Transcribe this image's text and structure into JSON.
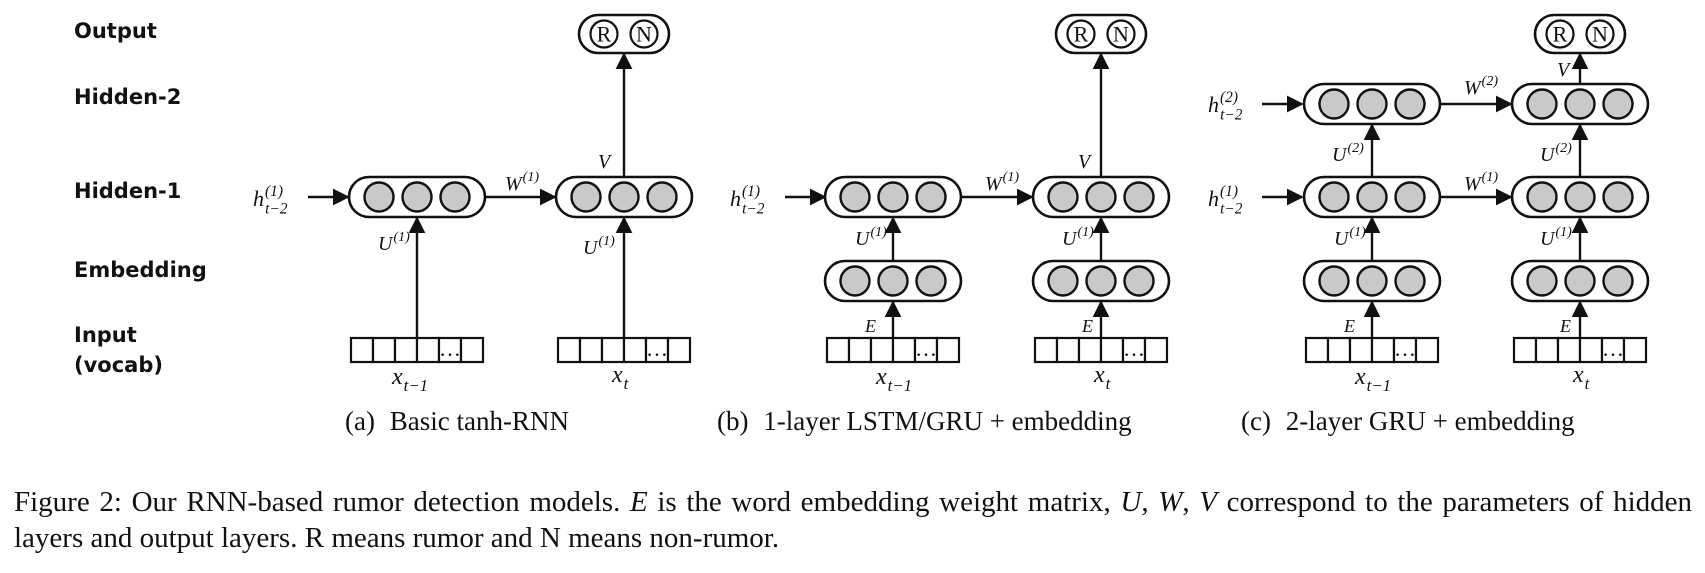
{
  "row_labels": {
    "output": "Output",
    "hidden2": "Hidden-2",
    "hidden1": "Hidden-1",
    "embedding": "Embedding",
    "input_line1": "Input",
    "input_line2": "(vocab)"
  },
  "output_units": [
    "R",
    "N"
  ],
  "matrices": {
    "embedding": "E",
    "input_to_hidden": "U",
    "recurrent": "W",
    "output": "V",
    "layer1_superscript": "(1)",
    "layer2_superscript": "(2)"
  },
  "states": {
    "h_symbol": "h",
    "h_sub": "t−2",
    "h1_super": "(1)",
    "h2_super": "(2)",
    "x_symbol": "x",
    "x_prev_sub": "t−1",
    "x_cur_sub": "t",
    "vocab_ellipsis": "…"
  },
  "subfigures": [
    {
      "tag": "(a)",
      "title": "Basic tanh-RNN"
    },
    {
      "tag": "(b)",
      "title": "1-layer LSTM/GRU + embedding"
    },
    {
      "tag": "(c)",
      "title": "2-layer GRU + embedding"
    }
  ],
  "caption": {
    "lead": "Figure 2: Our RNN-based rumor detection models. ",
    "e_sym": "E",
    "mid1": " is the word embedding weight matrix, ",
    "u_sym": "U",
    "comma1": ", ",
    "w_sym": "W",
    "comma2": ", ",
    "v_sym": "V",
    "tail": " correspond to the parameters of hidden layers and output layers. R means rumor and N means non-rumor."
  }
}
